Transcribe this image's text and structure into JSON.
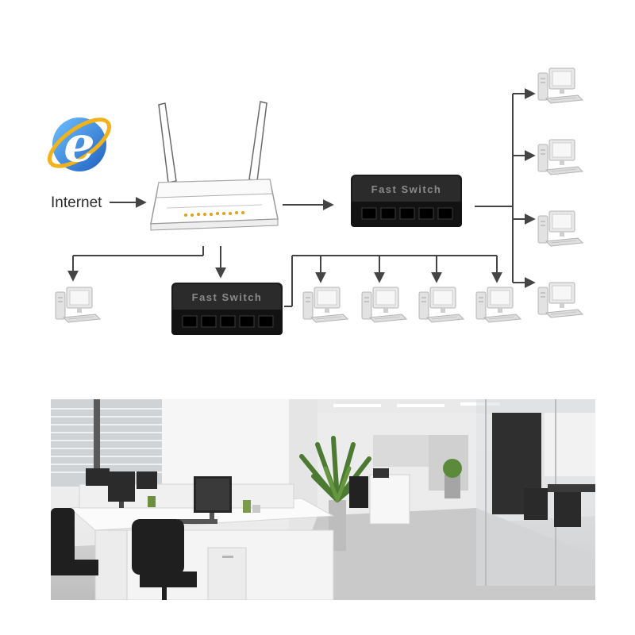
{
  "diagram": {
    "internet_label": "Internet",
    "switch_label_primary": "Fast Switch",
    "switch_label_secondary": "Fast Switch",
    "switch_port_count": 5,
    "router_antenna_count": 2,
    "computers": {
      "right_column_count": 4,
      "lower_row_count": 4,
      "left_count": 1
    }
  },
  "colors": {
    "arrow": "#444444",
    "switch_body": "#1b1b1b",
    "switch_top": "#2a2a2a",
    "router_outline": "#bdbdbd",
    "computer": "#d8d8d8",
    "ie_blue": "#2f7fd6",
    "ie_gold": "#f2b21c"
  },
  "icons": [
    "internet-explorer-icon",
    "router-icon",
    "switch-icon",
    "computer-icon"
  ],
  "photo": {
    "scene": "office",
    "desks": 2,
    "monitors": 5
  }
}
